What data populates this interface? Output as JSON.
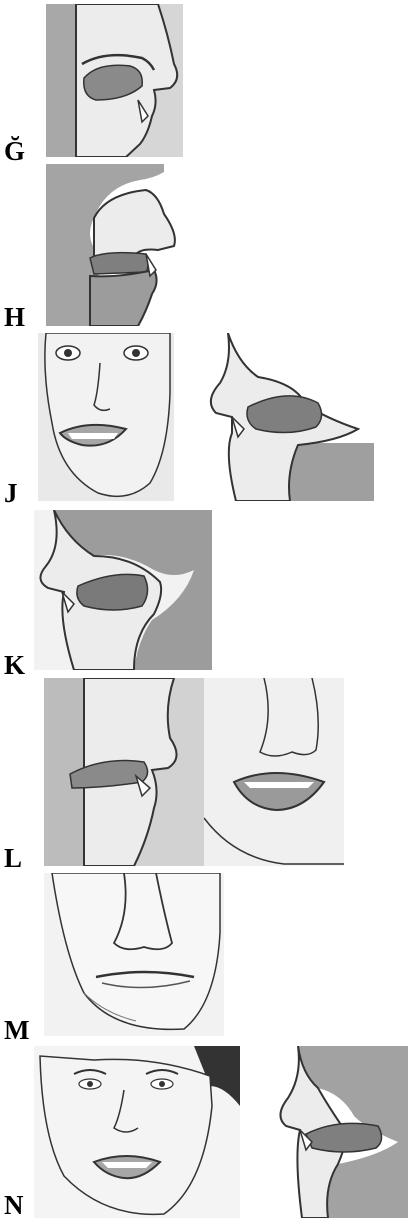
{
  "rows": [
    {
      "label": "Ğ",
      "figure": "sagittal-mouth-closed"
    },
    {
      "label": "H",
      "figure": "sagittal-glottal"
    },
    {
      "label": "J",
      "figure": "face-and-sagittal"
    },
    {
      "label": "K",
      "figure": "sagittal-velar"
    },
    {
      "label": "L",
      "figure": "sagittal-and-open-mouth"
    },
    {
      "label": "M",
      "figure": "face-lips-closed"
    },
    {
      "label": "N",
      "figure": "face-and-sagittal-nasal"
    }
  ],
  "colors": {
    "skin": "#ececec",
    "tissue": "#9c9c9c",
    "dark": "#777777",
    "line": "#333333",
    "bg": "#ffffff"
  }
}
